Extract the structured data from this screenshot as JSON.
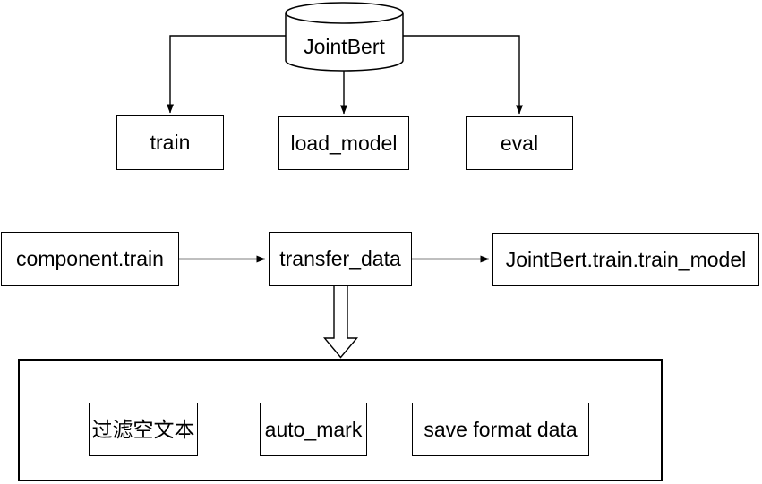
{
  "diagram": {
    "nodes": {
      "database": "JointBert",
      "train": "train",
      "load_model": "load_model",
      "eval": "eval",
      "component_train": "component.train",
      "transfer_data": "transfer_data",
      "train_model": "JointBert.train.train_model",
      "filter_empty_text": "过滤空文本",
      "auto_mark": "auto_mark",
      "save_format_data": "save format data"
    },
    "colors": {
      "stroke": "#000000",
      "fill": "#ffffff",
      "text": "#000000",
      "background": "#ffffff"
    }
  }
}
